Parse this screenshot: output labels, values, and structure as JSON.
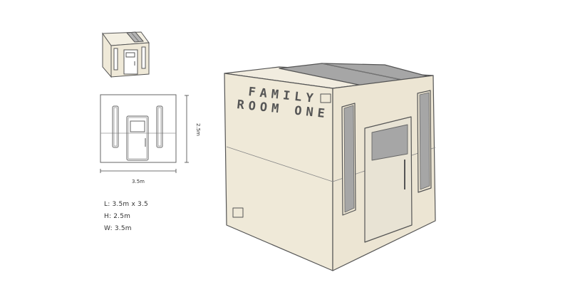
{
  "building": {
    "name_line1": "FAMILY",
    "name_line2": "ROOM ONE"
  },
  "drawing": {
    "width_dim": "3.5m",
    "height_dim": "2.5m"
  },
  "specs": {
    "length": "L: 3.5m x 3.5",
    "height": "H: 2.5m",
    "width": "W: 3.5m"
  },
  "colors": {
    "wall_front": "#efe9d8",
    "wall_side": "#ece5d3",
    "panel": "#a6a6a6",
    "outline": "#555555",
    "door": "#e8e3d4"
  }
}
